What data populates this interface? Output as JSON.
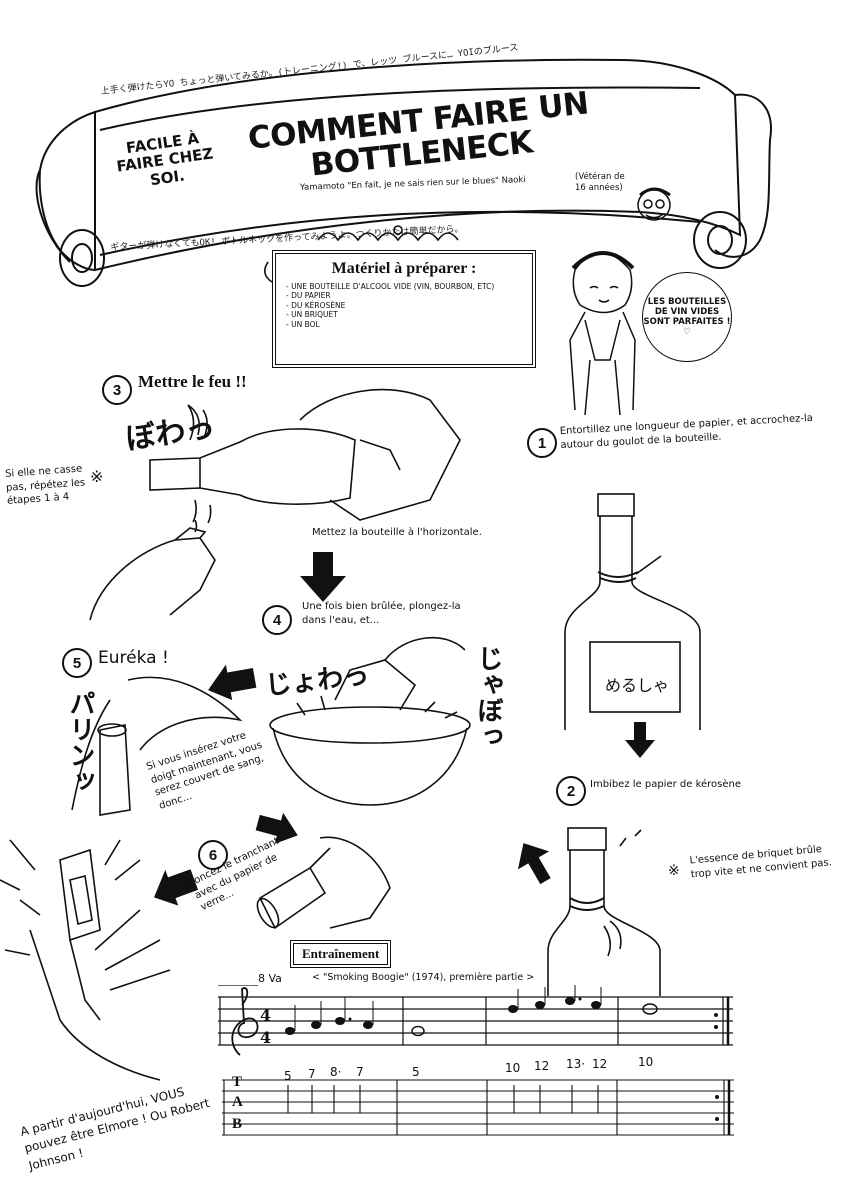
{
  "header": {
    "title_line1": "COMMENT FAIRE UN",
    "title_line2": "BOTTLENECK",
    "subtitle": "FACILE À FAIRE CHEZ SOI.",
    "author": "Yamamoto \"En fait, je ne sais rien sur le blues\" Naoki",
    "author_note": "(Vétéran de 16 années)"
  },
  "materials": {
    "title": "Matériel à préparer :",
    "items": [
      "- Une bouteille d'alcool vide (vin, bourbon, etc)",
      "- Du papier",
      "- Du kérosène",
      "- Un briquet",
      "- Un bol"
    ]
  },
  "speech_bubble": "Les bouteilles de vin vides sont parfaites ! ♡",
  "steps": {
    "s1": {
      "num": "1",
      "text": "Entortillez une longueur de papier, et accrochez-la autour du goulot de la bouteille."
    },
    "s2": {
      "num": "2",
      "text": "Imbibez le papier de kérosène"
    },
    "s3": {
      "num": "3",
      "text": "Mettre le feu !!",
      "caption": "Mettez la bouteille à l'horizontale."
    },
    "s4": {
      "num": "4",
      "text": "Une fois bien brûlée, plongez-la dans l'eau, et..."
    },
    "s5": {
      "num": "5",
      "text": "Euréka !",
      "warning": "Si vous insérez votre doigt maintenant, vous serez couvert de sang, donc..."
    },
    "s6": {
      "num": "6",
      "text": "Poncez le tranchant avec du papier de verre..."
    }
  },
  "notes": {
    "repeat": "Si elle ne casse pas, répétez les étapes 1 à 4",
    "lighter": "L'essence de briquet brûle trop vite et ne convient pas.",
    "mark": "※"
  },
  "sfx": {
    "bowa": "ぼわっ",
    "jowa": "じょわっ",
    "jabo": "じゃぼっ",
    "pari": "パリンッ",
    "label": "めるしゃ"
  },
  "training": {
    "title": "Entraînement",
    "octave": "8 Va",
    "song": "< \"Smoking Boogie\" (1974), première partie >",
    "tab_numbers": [
      "5",
      "7",
      "8·",
      "7",
      "5",
      "10",
      "12",
      "13·",
      "12",
      "10"
    ],
    "tab_letters": [
      "T",
      "A",
      "B"
    ]
  },
  "closing": "A partir d'aujourd'hui, VOUS pouvez être Elmore ! Ou Robert Johnson !",
  "scroll_top": "上手く弾けたらYO ちょっと弾いてみるか。(トレーニング!) で、レッツ ブルースに… YOIのブルース",
  "scroll_bottom": "ギターが弾けなくてもOK! ボトルネックを作ってみようよ。つくりかたは簡単だから。"
}
